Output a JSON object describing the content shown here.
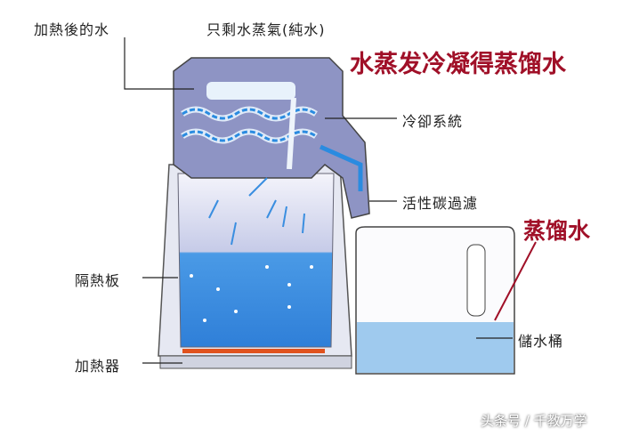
{
  "labels": {
    "heated_water": "加熱後的水",
    "steam_only": "只剩水蒸氣(純水)",
    "cooling_system": "冷卻系統",
    "carbon_filter": "活性碳過濾",
    "insulation_board": "隔熱板",
    "storage_bucket": "儲水桶",
    "heater": "加熱器"
  },
  "annotations": {
    "title": "水蒸发冷凝得蒸馏水",
    "distilled_water": "蒸馏水"
  },
  "watermark": "头条号 / 千教万学",
  "colors": {
    "housing": "#8e94c4",
    "water": "#3a8ee0",
    "heater": "#e0521e",
    "accent_red": "#a01028"
  }
}
